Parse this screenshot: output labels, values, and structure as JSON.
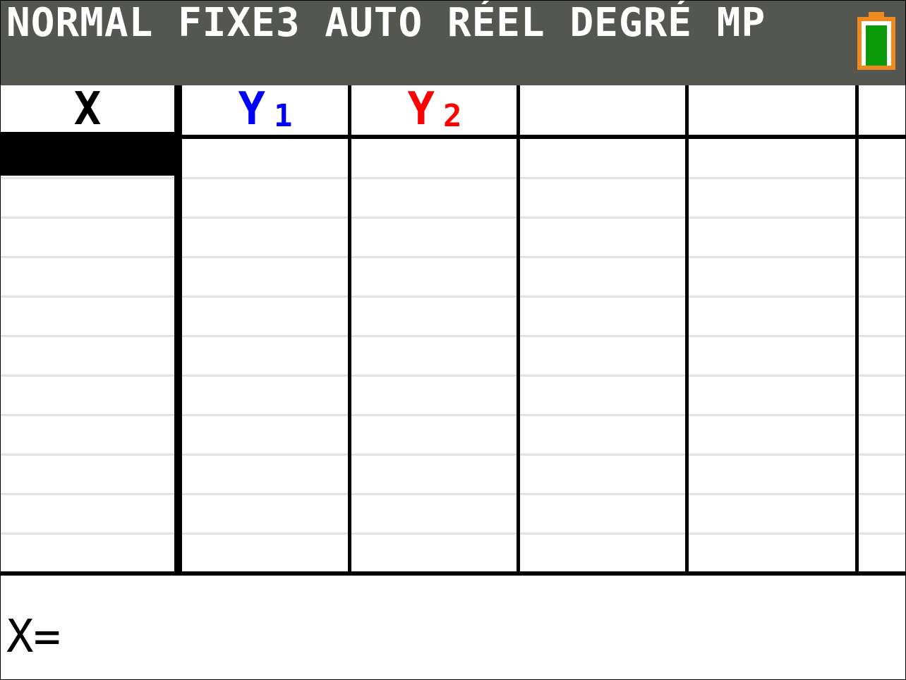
{
  "status_bar": {
    "text": "NORMAL FIXE3 AUTO RÉEL DEGRÉ MP",
    "battery_icon": "battery-full-icon",
    "colors": {
      "background": "#545652",
      "battery_frame": "#f08a1c",
      "battery_level": "#0a9a0a"
    }
  },
  "table": {
    "columns": [
      {
        "name": "X",
        "sub": "",
        "color": "#000000"
      },
      {
        "name": "Y",
        "sub": "1",
        "color": "#0000ff"
      },
      {
        "name": "Y",
        "sub": "2",
        "color": "#ff0000"
      },
      {
        "name": "",
        "sub": "",
        "color": "#000000"
      },
      {
        "name": "",
        "sub": "",
        "color": "#000000"
      }
    ],
    "rows": []
  },
  "entry_line": {
    "text": "X="
  }
}
